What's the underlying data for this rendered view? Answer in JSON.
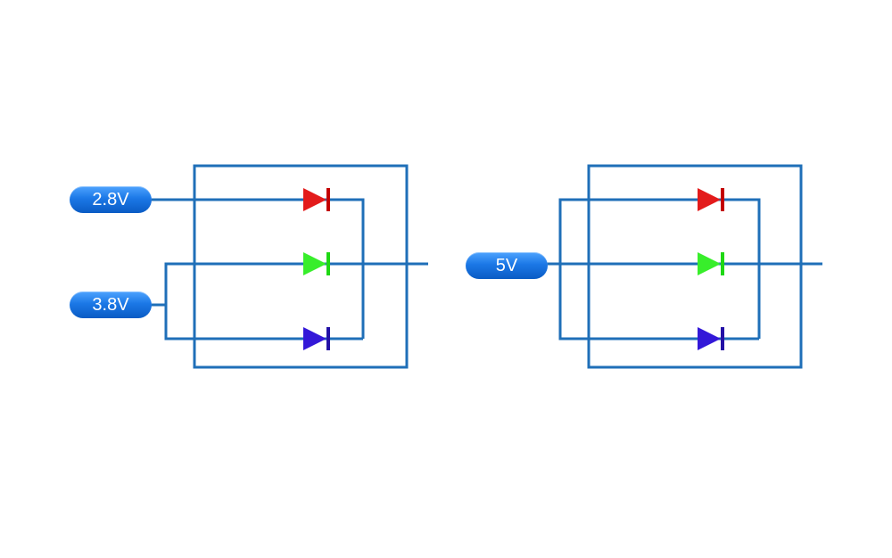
{
  "left_circuit": {
    "labels": [
      "2.8V",
      "3.8V"
    ],
    "diodes": [
      {
        "color_name": "red",
        "fill": "#e31b1b",
        "bar": "#c30000"
      },
      {
        "color_name": "green",
        "fill": "#38ee2b",
        "bar": "#1fd814"
      },
      {
        "color_name": "blue",
        "fill": "#3318d8",
        "bar": "#2311a6"
      }
    ]
  },
  "right_circuit": {
    "labels": [
      "5V"
    ],
    "diodes": [
      {
        "color_name": "red",
        "fill": "#e31b1b",
        "bar": "#c30000"
      },
      {
        "color_name": "green",
        "fill": "#38ee2b",
        "bar": "#1fd814"
      },
      {
        "color_name": "blue",
        "fill": "#3318d8",
        "bar": "#2311a6"
      }
    ]
  },
  "colors": {
    "wire": "#1f6fb8",
    "label_bg": "#1b78e6",
    "label_text": "#ffffff"
  }
}
